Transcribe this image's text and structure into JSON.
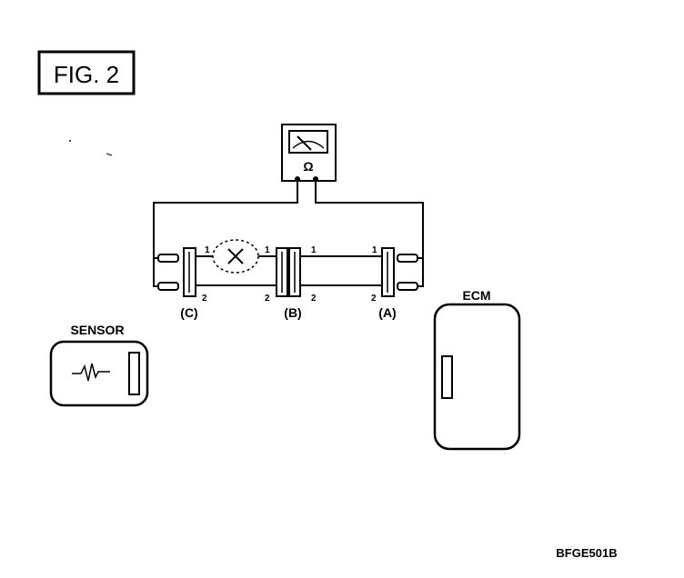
{
  "figure": {
    "title": "FIG. 2",
    "code": "BFGE501B"
  },
  "meter": {
    "symbol": "Ω"
  },
  "connectors": {
    "c": {
      "label": "(C)",
      "pin1": "1",
      "pin2": "2"
    },
    "b": {
      "label": "(B)",
      "pin1_left": "1",
      "pin1_right": "1",
      "pin2_left": "2",
      "pin2_right": "2"
    },
    "a": {
      "label": "(A)",
      "pin1": "1",
      "pin2": "2"
    }
  },
  "components": {
    "sensor": "SENSOR",
    "ecm": "ECM"
  }
}
